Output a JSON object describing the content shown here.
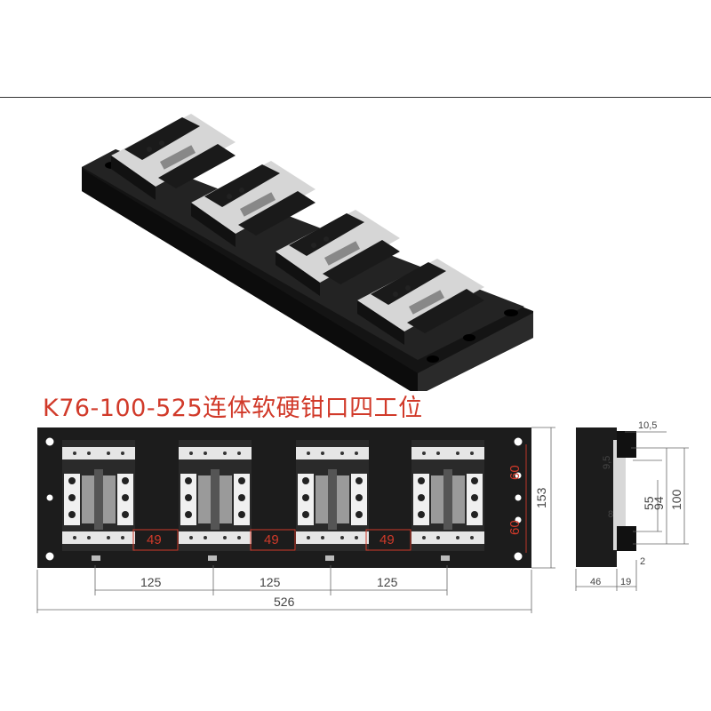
{
  "title": "K76-100-525连体软硬钳口四工位",
  "front_view": {
    "spacing_label_1": "125",
    "spacing_label_2": "125",
    "spacing_label_3": "125",
    "total_length": "526",
    "gap_label_1": "49",
    "gap_label_2": "49",
    "gap_label_3": "49",
    "upper_half": "60",
    "lower_half": "60",
    "height": "153"
  },
  "side_view": {
    "top_offset": "10,5",
    "jaw_small": "9,5",
    "inner_55": "55",
    "inner_94": "94",
    "outer_100": "100",
    "step_8": "8",
    "bottom_2": "2",
    "base_width": "46",
    "jaw_width": "19"
  },
  "colors": {
    "dimension_red": "#d13a2a",
    "body": "#1c1c1c",
    "jaw": "#e8e8e8"
  }
}
